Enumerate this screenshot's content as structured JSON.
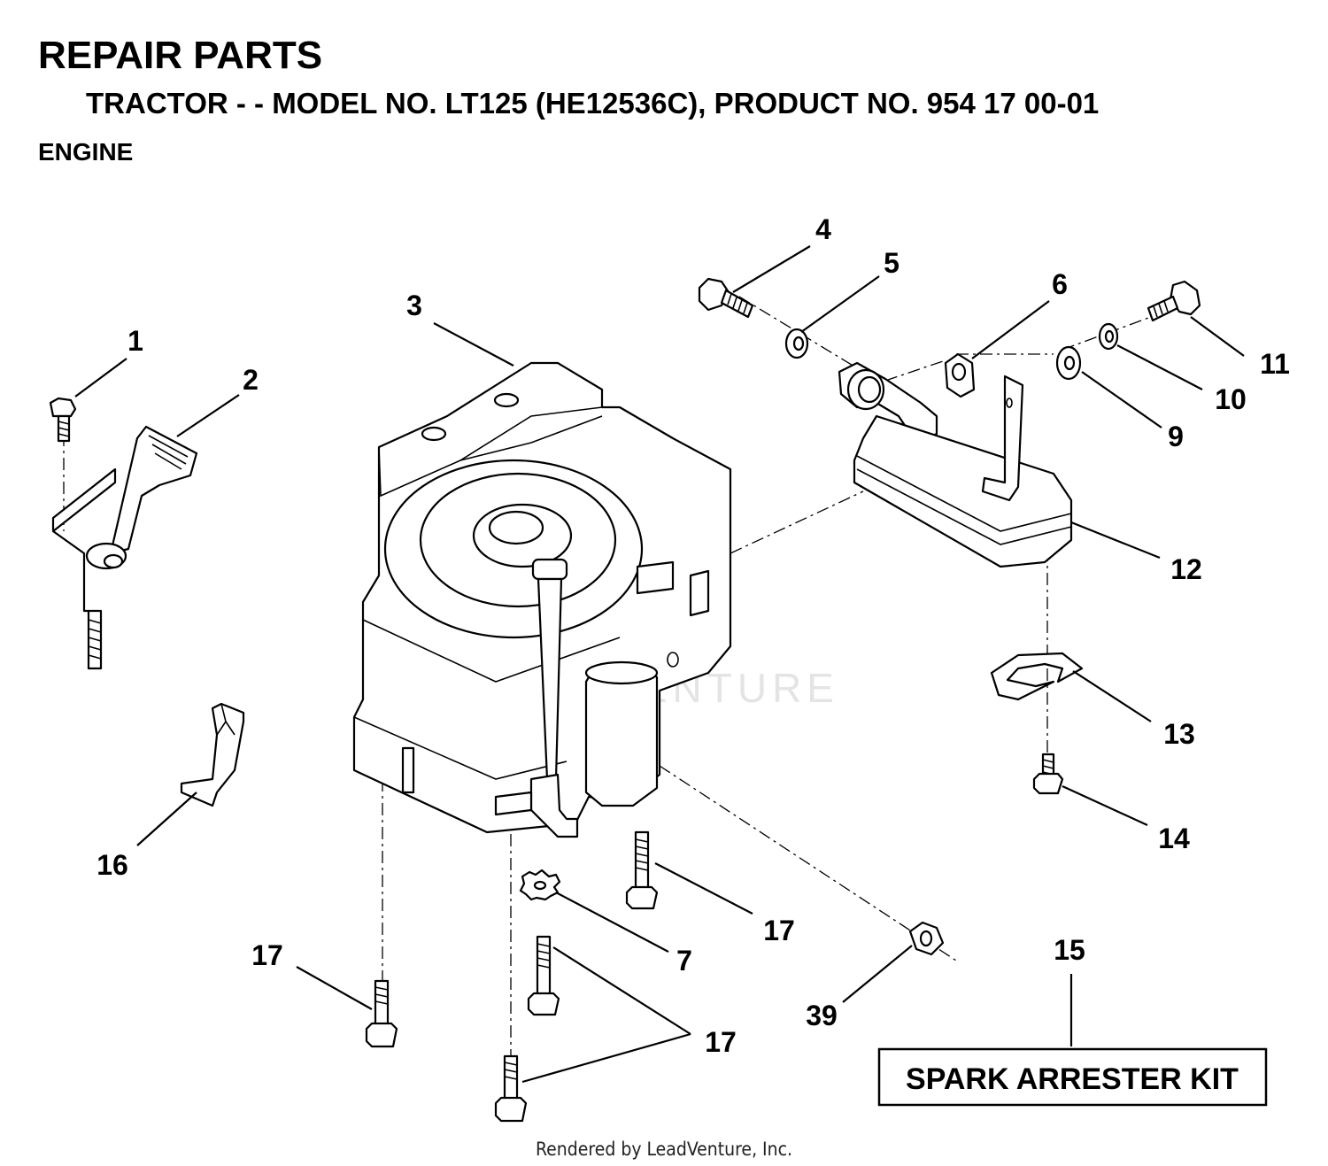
{
  "header": {
    "title": "REPAIR PARTS",
    "subtitle": "TRACTOR - - MODEL NO. LT125 (HE12536C),  PRODUCT NO. 954 17 00-01",
    "section": "ENGINE"
  },
  "callouts": [
    {
      "id": "c1",
      "label": "1"
    },
    {
      "id": "c2",
      "label": "2"
    },
    {
      "id": "c3",
      "label": "3"
    },
    {
      "id": "c4",
      "label": "4"
    },
    {
      "id": "c5",
      "label": "5"
    },
    {
      "id": "c6",
      "label": "6"
    },
    {
      "id": "c7",
      "label": "7"
    },
    {
      "id": "c9",
      "label": "9"
    },
    {
      "id": "c10",
      "label": "10"
    },
    {
      "id": "c11",
      "label": "11"
    },
    {
      "id": "c12",
      "label": "12"
    },
    {
      "id": "c13",
      "label": "13"
    },
    {
      "id": "c14",
      "label": "14"
    },
    {
      "id": "c15",
      "label": "15"
    },
    {
      "id": "c16",
      "label": "16"
    },
    {
      "id": "c17a",
      "label": "17"
    },
    {
      "id": "c17b",
      "label": "17"
    },
    {
      "id": "c17c",
      "label": "17"
    },
    {
      "id": "c39",
      "label": "39"
    }
  ],
  "kit_box": {
    "label": "SPARK ARRESTER KIT"
  },
  "watermark": "LEADVENTURE",
  "footer": "Rendered by LeadVenture, Inc."
}
